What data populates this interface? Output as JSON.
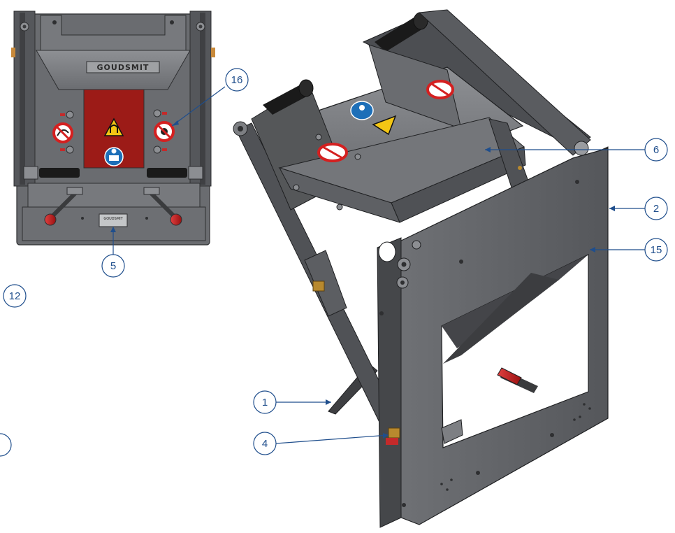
{
  "colors": {
    "frame_dark": "#4a4b4e",
    "frame_mid": "#6a6c70",
    "frame_light": "#8c8e92",
    "frame_face": "#5d5f63",
    "rubber": "#1a1a1a",
    "brass": "#b8892e",
    "red_panel": "#9c1b17",
    "handle_red": "#d42020",
    "callout": "#1f4e8c",
    "warning_yellow": "#f3c614",
    "mandatory_blue": "#1d6fb8"
  },
  "front_view": {
    "brand_plate": "GOUDSMIT",
    "small_plate": "GOUDSMIT",
    "icons": [
      "no-pacemaker-sign-icon",
      "no-watch-sign-icon",
      "magnet-warning-icon",
      "read-manual-icon"
    ]
  },
  "iso_view": {
    "icons": [
      "no-watch-sign-icon",
      "no-tools-sign-icon",
      "read-manual-icon",
      "magnet-warning-icon"
    ]
  },
  "callouts": [
    {
      "label": "16"
    },
    {
      "label": "5"
    },
    {
      "label": "12"
    },
    {
      "label": "6"
    },
    {
      "label": "2"
    },
    {
      "label": "15"
    },
    {
      "label": "1"
    },
    {
      "label": "4"
    }
  ]
}
